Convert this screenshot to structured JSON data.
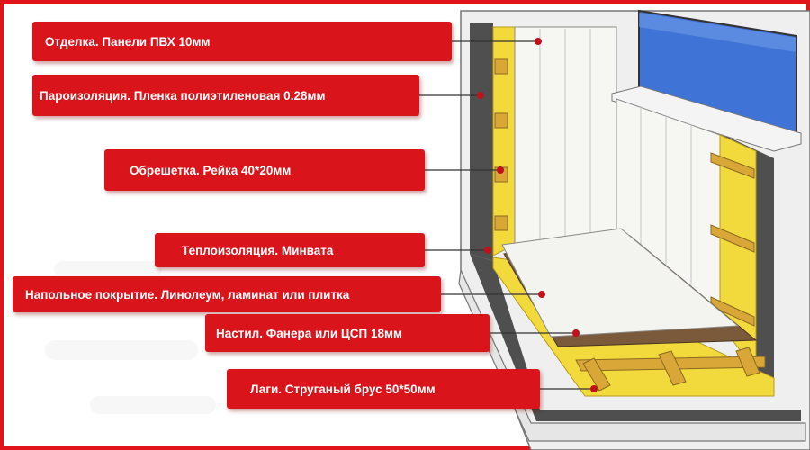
{
  "labels": {
    "finish": "Отделка. Панели ПВХ 10мм",
    "vapor": "Пароизоляция. Пленка полиэтиленовая 0.28мм",
    "lath": "Обрешетка. Рейка 40*20мм",
    "thermal": "Теплоизоляция. Минвата",
    "floor": "Напольное покрытие. Линолеум, ламинат или плитка",
    "deck": "Настил. Фанера или ЦСП 18мм",
    "joists": "Лаги. Струганый брус 50*50мм"
  },
  "colors": {
    "frame": "#e1141c",
    "label_bg": "#d9141b",
    "label_text": "#ffffff",
    "insulation": "#f2d93c",
    "batten": "#d9a638",
    "panel": "#f6f6f2",
    "window_glass": "#3f74d6",
    "floor_board": "#7a5a3a",
    "vapor_film": "#555555"
  }
}
